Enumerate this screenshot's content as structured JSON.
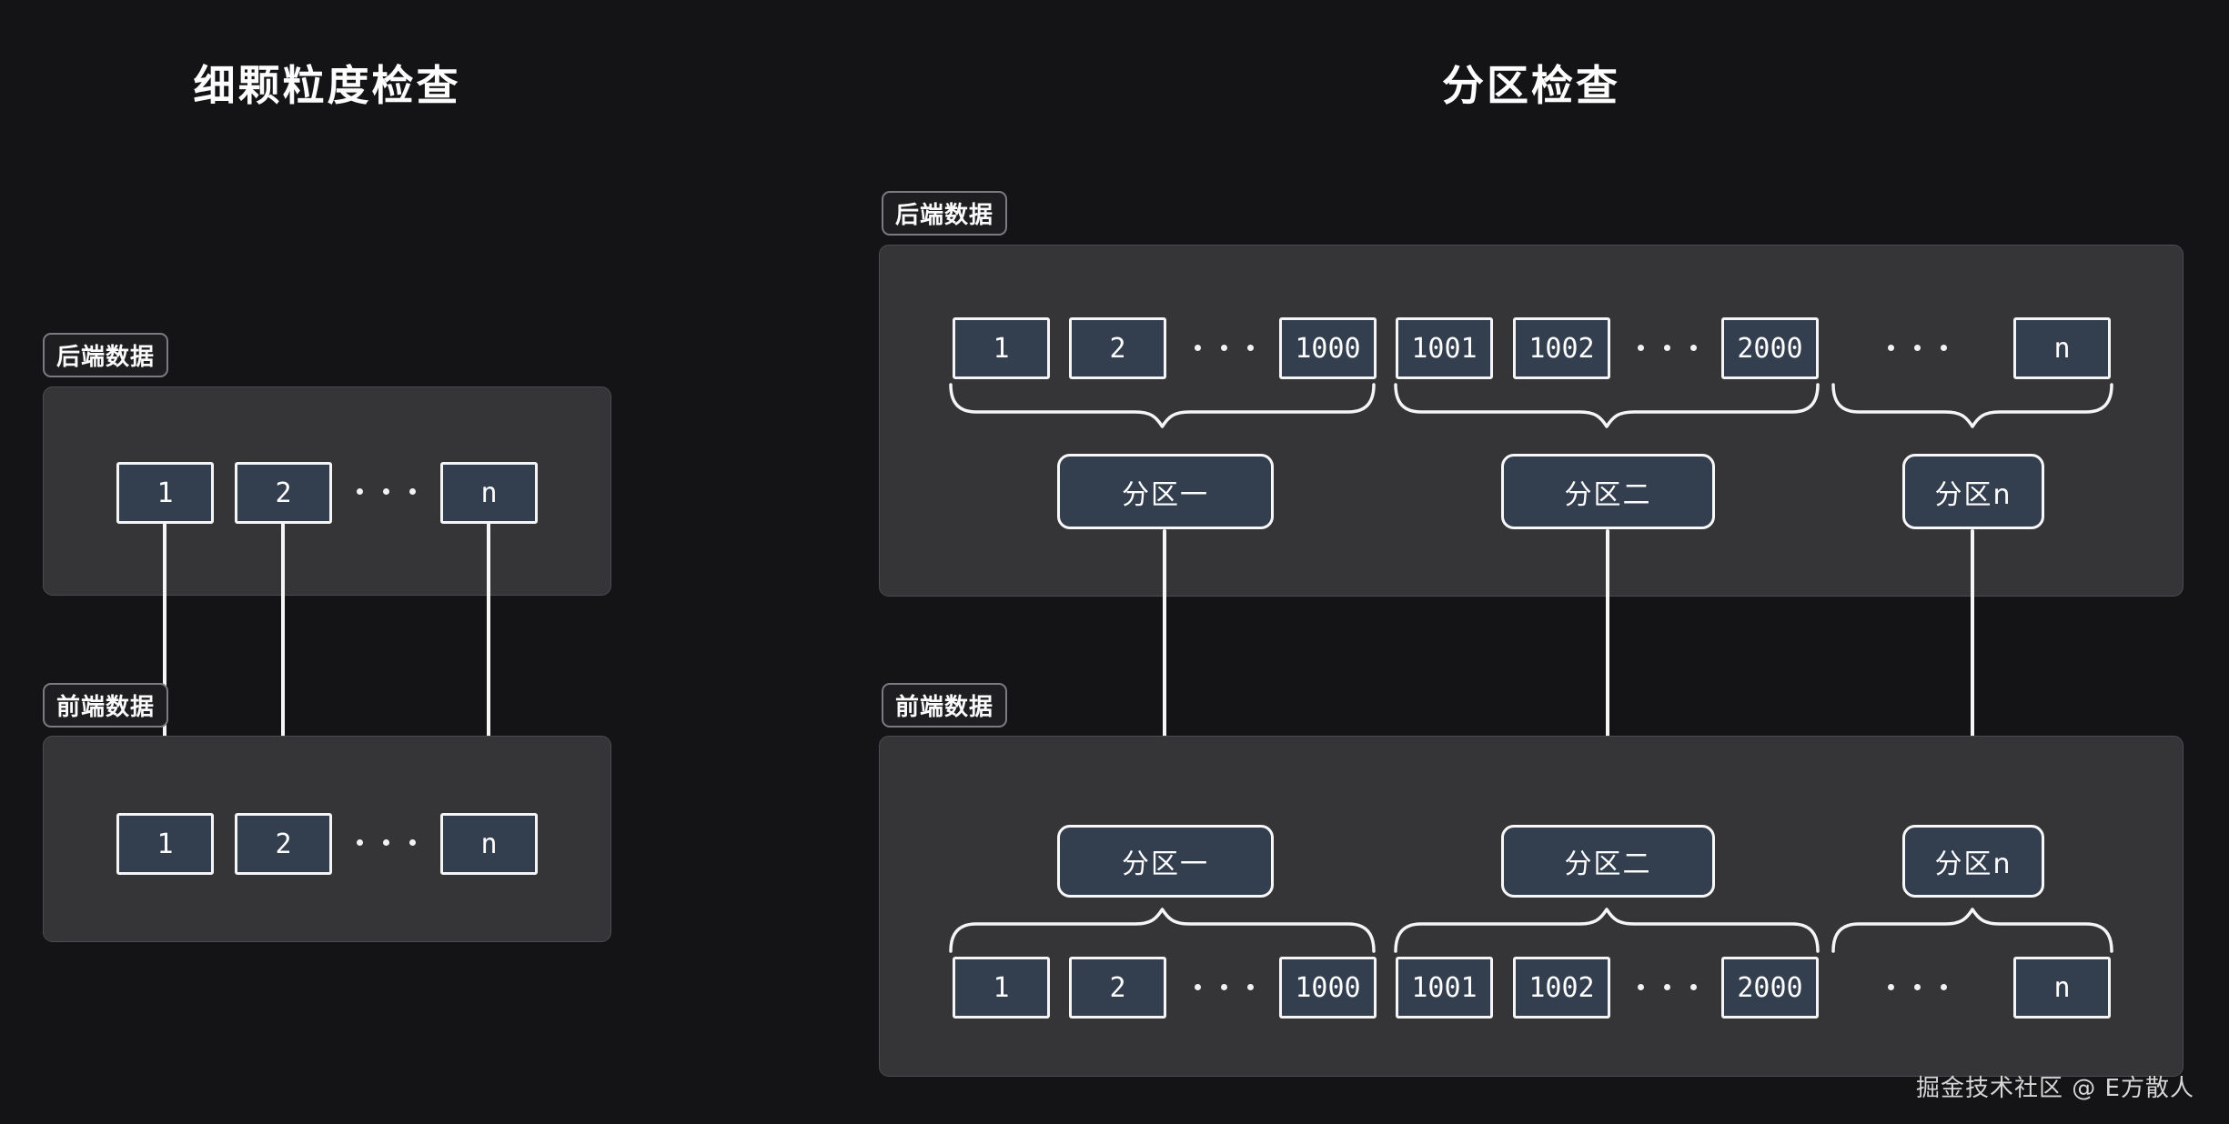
{
  "left": {
    "title": "细颗粒度检查",
    "backend_label": "后端数据",
    "frontend_label": "前端数据",
    "cells": [
      "1",
      "2",
      "n"
    ]
  },
  "right": {
    "title": "分区检查",
    "backend_label": "后端数据",
    "frontend_label": "前端数据",
    "cells": [
      "1",
      "2",
      "1000",
      "1001",
      "1002",
      "2000",
      "n"
    ],
    "partitions": [
      "分区一",
      "分区二",
      "分区n"
    ]
  },
  "watermark": "掘金技术社区 @ E方散人",
  "colors": {
    "background": "#141416",
    "panel": "#353538",
    "cell_fill": "#333e4e",
    "stroke": "#f5f5f5",
    "badge_border": "#7c7c80"
  }
}
